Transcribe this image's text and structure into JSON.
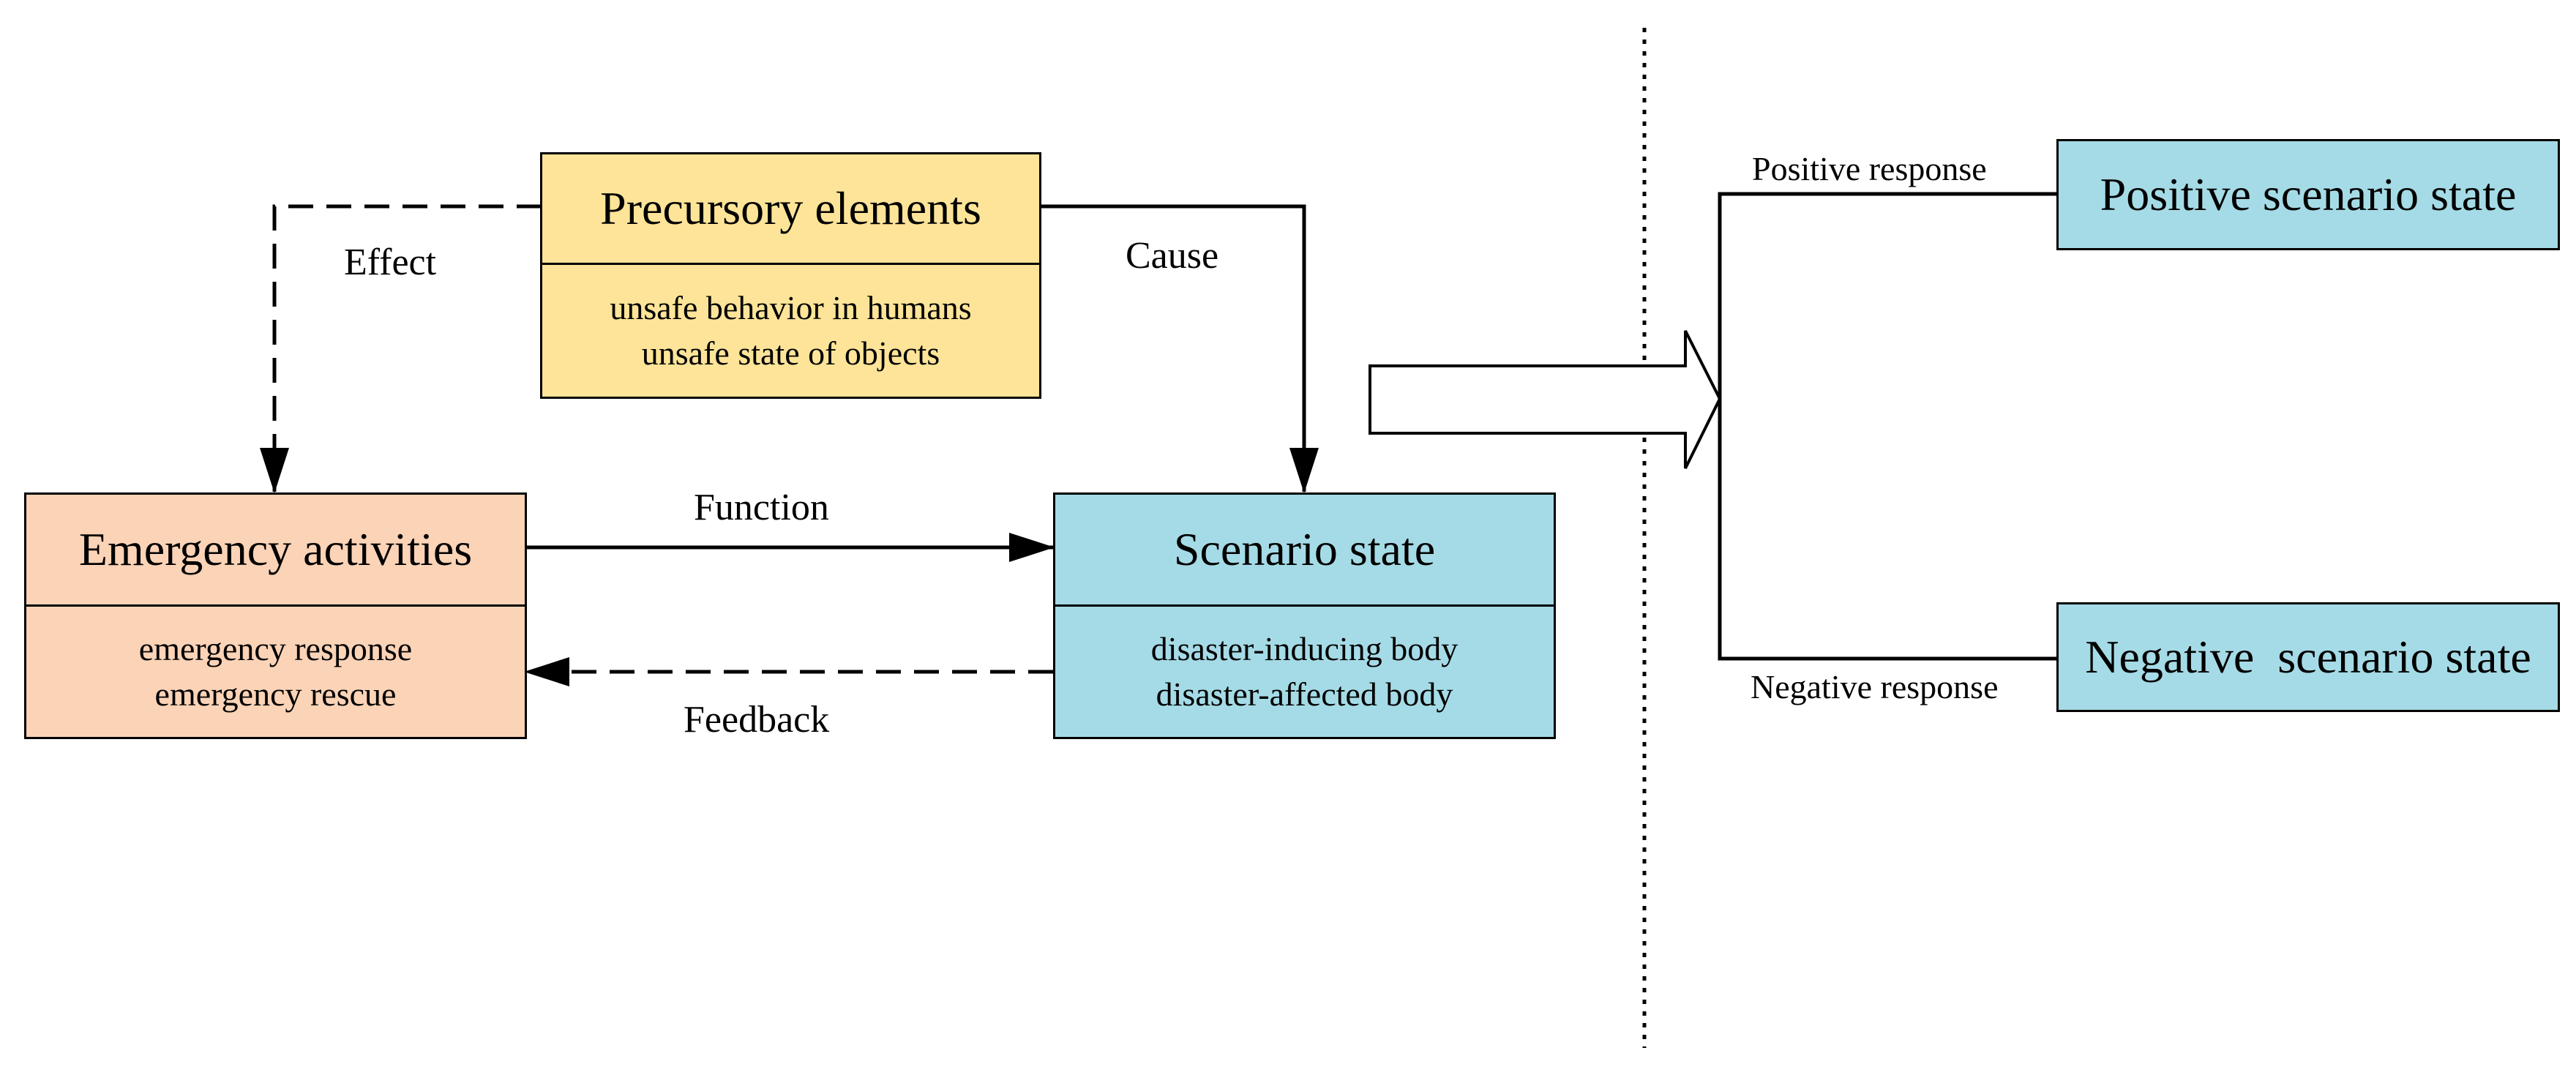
{
  "colors": {
    "precursory": "#fde498",
    "emergency": "#fbd3b7",
    "scenario": "#a5dbe6",
    "line": "#000000"
  },
  "precursory": {
    "title": "Precursory elements",
    "items": [
      "unsafe behavior in humans",
      "unsafe state of objects"
    ]
  },
  "emergency": {
    "title": "Emergency activities",
    "items": [
      "emergency response",
      "emergency rescue"
    ]
  },
  "scenario": {
    "title": "Scenario state",
    "items": [
      "disaster-inducing body",
      "disaster-affected body"
    ]
  },
  "positive_state": {
    "title": "Positive scenario state"
  },
  "negative_state": {
    "title": "Negative  scenario state"
  },
  "edges": {
    "effect": "Effect",
    "cause": "Cause",
    "function": "Function",
    "feedback": "Feedback",
    "positive_response": "Positive response",
    "negative_response": "Negative response"
  }
}
